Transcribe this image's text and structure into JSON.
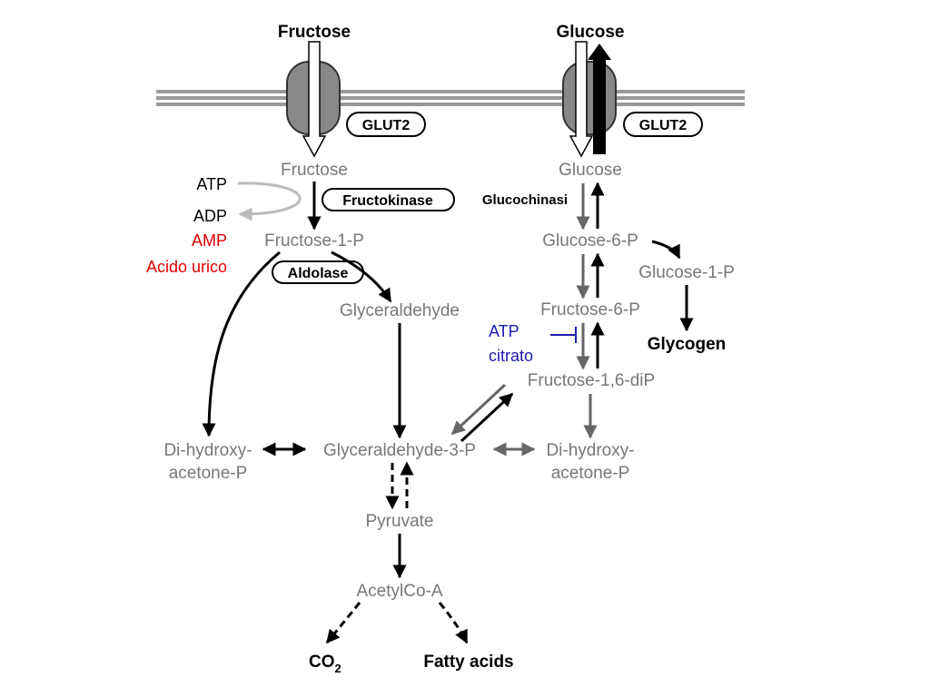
{
  "top": {
    "fructose": "Fructose",
    "glucose": "Glucose"
  },
  "transporter": {
    "left": "GLUT2",
    "right": "GLUT2"
  },
  "enzymes": {
    "fructokinase": "Fructokinase",
    "aldolase": "Aldolase",
    "glucochinasi": "Glucochinasi"
  },
  "metabolites": {
    "fructose": "Fructose",
    "fructose_1_p": "Fructose-1-P",
    "glyceraldehyde": "Glyceraldehyde",
    "glucose": "Glucose",
    "glucose_6_p": "Glucose-6-P",
    "glucose_1_p": "Glucose-1-P",
    "fructose_6_p": "Fructose-6-P",
    "fructose_16_dip": "Fructose-1,6-diP",
    "dhap_left_1": "Di-hydroxy-",
    "dhap_left_2": "acetone-P",
    "glyceraldehyde_3_p": "Glyceraldehyde-3-P",
    "dhap_right_1": "Di-hydroxy-",
    "dhap_right_2": "acetone-P",
    "pyruvate": "Pyruvate",
    "acetylcoa": "AcetylCo-A"
  },
  "products": {
    "glycogen": "Glycogen",
    "co2": "CO",
    "co2_sub": "2",
    "fatty_acids": "Fatty acids"
  },
  "cofactors": {
    "atp": "ATP",
    "adp": "ADP",
    "amp": "AMP",
    "uric_acid": "Acido urico"
  },
  "inhibitors": {
    "atp": "ATP",
    "citrate": "citrato"
  },
  "colors": {
    "metabolite_text": "#777777",
    "arrow_dark": "#000000",
    "arrow_grey": "#666666",
    "cofactor_arrow": "#bbbbbb",
    "membrane": "#999999",
    "transporter_fill": "#888888",
    "amp_red": "#e00000",
    "inhibitor_blue": "#1a1ab0"
  }
}
